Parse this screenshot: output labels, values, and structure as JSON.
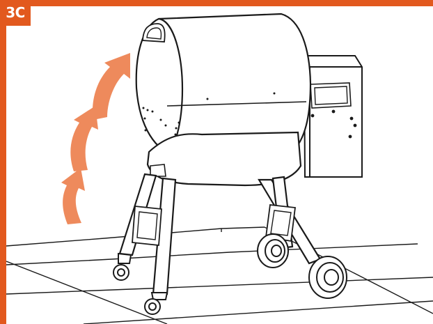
{
  "step": {
    "label": "3C"
  },
  "colors": {
    "accent": "#e2591e",
    "arrow": "#ee8a5c",
    "line": "#1a1a1a",
    "background": "#ffffff"
  },
  "illustration": {
    "subject": "pellet-grill",
    "action": "lift-lid-open"
  }
}
